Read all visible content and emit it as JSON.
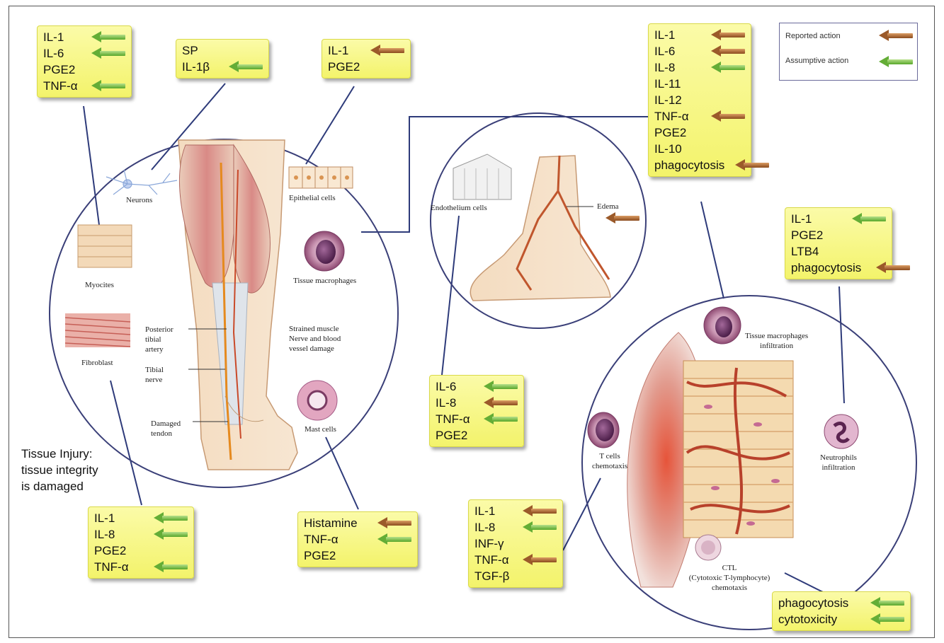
{
  "legend": {
    "reported": "Reported action",
    "assumptive": "Assumptive action",
    "reported_color": "#8a4b1e",
    "assumptive_color": "#58a72b"
  },
  "caption": [
    "Tissue Injury:",
    "tissue integrity",
    "is damaged"
  ],
  "boxes": {
    "myocites_box": [
      [
        "IL-1",
        "green"
      ],
      [
        "IL-6",
        "green"
      ],
      [
        "PGE2",
        ""
      ],
      [
        "TNF-α",
        "green"
      ]
    ],
    "neurons_box": [
      [
        "SP",
        ""
      ],
      [
        "IL-1β",
        "green"
      ]
    ],
    "epithelial_box": [
      [
        "IL-1",
        "brown"
      ],
      [
        "PGE2",
        ""
      ]
    ],
    "macrophage_box": [
      [
        "IL-1",
        "brown"
      ],
      [
        "IL-6",
        "brown"
      ],
      [
        "IL-8",
        "green"
      ],
      [
        "IL-11",
        ""
      ],
      [
        "IL-12",
        ""
      ],
      [
        "TNF-α",
        "brown"
      ],
      [
        "PGE2",
        ""
      ],
      [
        "IL-10",
        ""
      ],
      [
        "phagocytosis",
        "brown"
      ]
    ],
    "neutrophil_box": [
      [
        "IL-1",
        "green"
      ],
      [
        "PGE2",
        ""
      ],
      [
        "LTB4",
        ""
      ],
      [
        "phagocytosis",
        "brown"
      ]
    ],
    "endothelium_box": [
      [
        "IL-6",
        "green"
      ],
      [
        "IL-8",
        "brown"
      ],
      [
        "TNF-α",
        "green"
      ],
      [
        "PGE2",
        ""
      ]
    ],
    "fibroblast_box": [
      [
        "IL-1",
        "green"
      ],
      [
        "IL-8",
        "green"
      ],
      [
        "PGE2",
        ""
      ],
      [
        "TNF-α",
        "green"
      ]
    ],
    "mast_box": [
      [
        "Histamine",
        "brown"
      ],
      [
        "TNF-α",
        "green"
      ],
      [
        "PGE2",
        ""
      ]
    ],
    "tcell_box": [
      [
        "IL-1",
        "brown"
      ],
      [
        "IL-8",
        "green"
      ],
      [
        "INF-γ",
        ""
      ],
      [
        "TNF-α",
        "brown"
      ],
      [
        "TGF-β",
        ""
      ]
    ],
    "ctl_box": [
      [
        "phagocytosis",
        "green"
      ],
      [
        "cytotoxicity",
        "green"
      ]
    ]
  },
  "edema_arrow": "brown",
  "labels": {
    "neurons": "Neurons",
    "epithelial": "Epithelial cells",
    "myocites": "Myocites",
    "fibroblast": "Fibroblast",
    "tissue_macrophages": "Tissue macrophages",
    "strained": "Strained muscle",
    "nerve_blood": "Nerve and blood",
    "vessel_damage": "vessel damage",
    "posterior": "Posterior",
    "tibial": "tibial",
    "artery": "artery",
    "tibial2": "Tibial",
    "nerve": "nerve",
    "damaged": "Damaged",
    "tendon": "tendon",
    "mast": "Mast cells",
    "endothelium": "Endothelium cells",
    "edema": "Edema",
    "tm_infiltration1": "Tissue macrophages",
    "tm_infiltration2": "infiltration",
    "tcells1": "T cells",
    "tcells2": "chemotaxis",
    "neutrophils1": "Neutrophils",
    "neutrophils2": "infiltration",
    "ctl1": "CTL",
    "ctl2": "(Cytotoxic T-lymphocyte)",
    "ctl3": "chemotaxis"
  }
}
